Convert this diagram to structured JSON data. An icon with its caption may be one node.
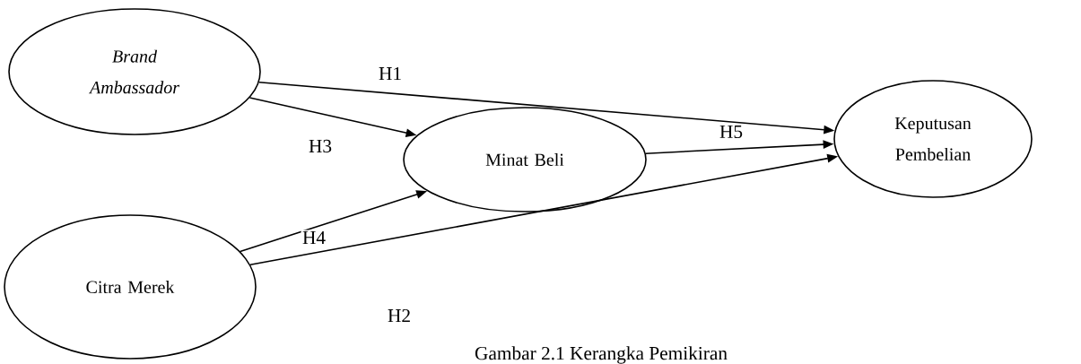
{
  "diagram": {
    "caption": "Gambar 2.1 Kerangka Pemikiran",
    "nodes": [
      {
        "text": [
          "Brand Ambassador"
        ]
      },
      {
        "text": [
          "Minat Beli"
        ]
      },
      {
        "text": [
          "Keputusan Pembelian"
        ]
      },
      {
        "text": [
          "Citra Merek"
        ]
      }
    ],
    "edges": [
      {
        "from": 0,
        "to": 2,
        "arrow": "to",
        "label": "H1"
      },
      {
        "from": 0,
        "to": 1,
        "arrow": "to",
        "label": "H3"
      },
      {
        "from": 1,
        "to": 2,
        "arrow": "to",
        "label": "H5"
      },
      {
        "from": 3,
        "to": 1,
        "arrow": "to",
        "label": "H4"
      },
      {
        "from": 3,
        "to": 2,
        "arrow": "to",
        "label": "H2"
      }
    ]
  }
}
